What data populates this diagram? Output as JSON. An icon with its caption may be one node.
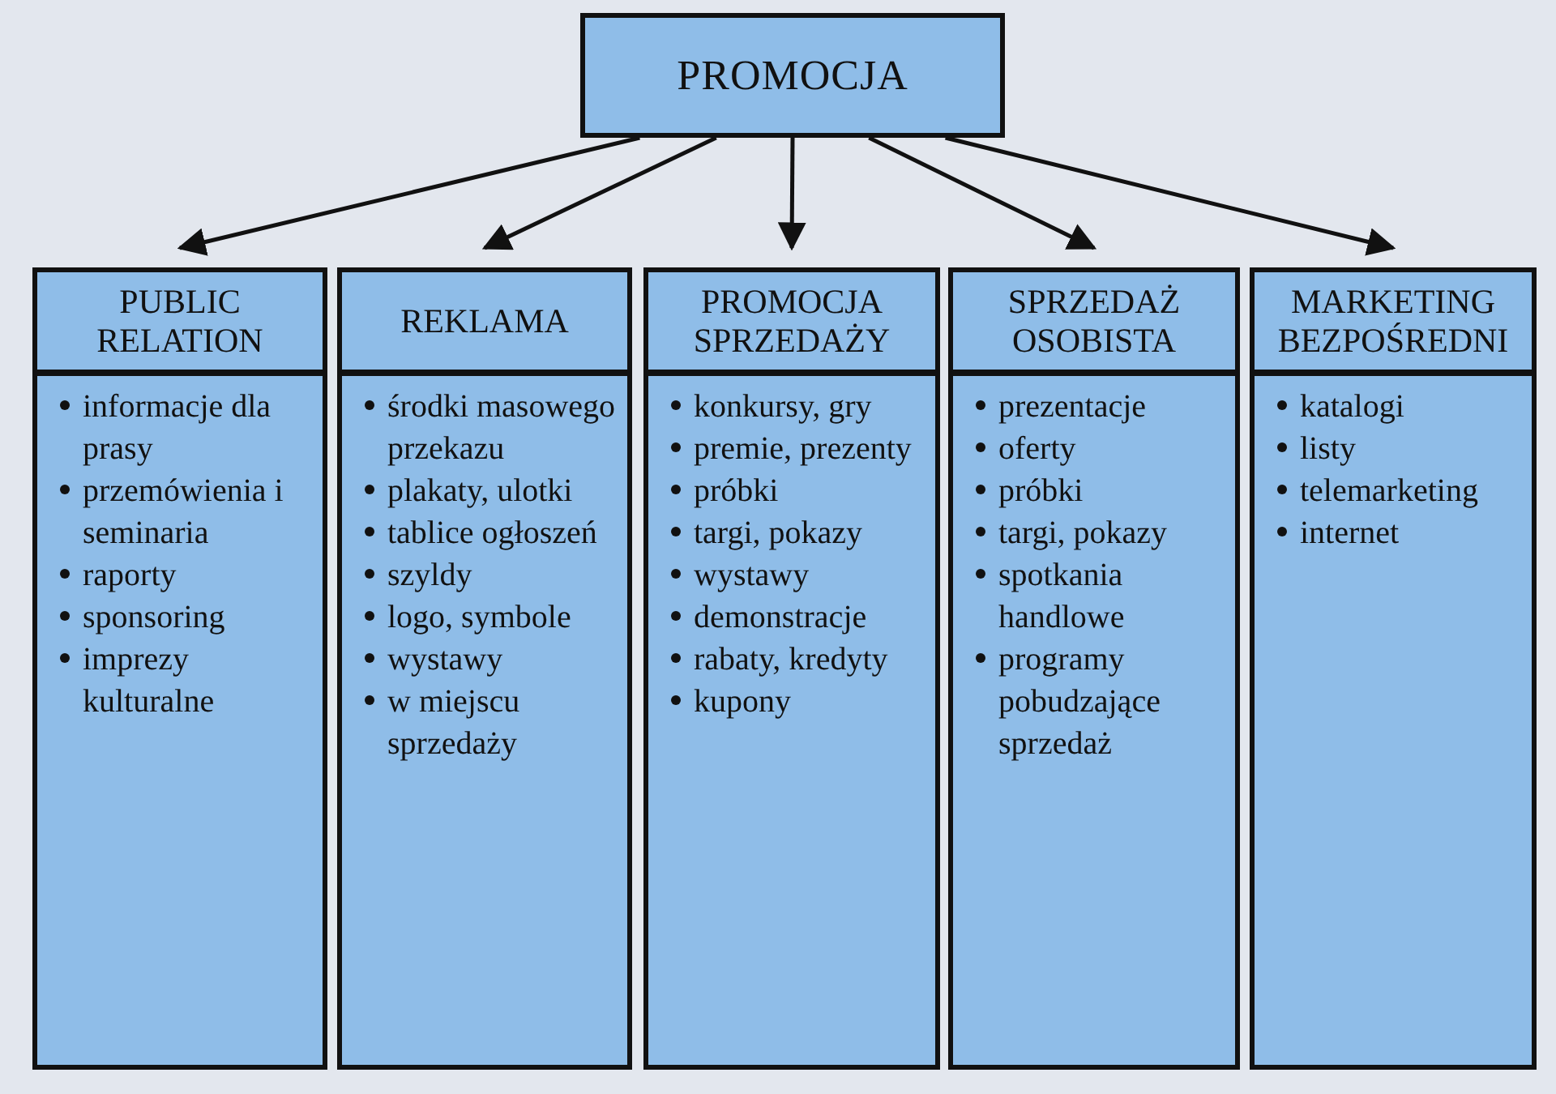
{
  "diagram": {
    "nodes": [
      {
        "text": [
          "PROMOCJA"
        ]
      },
      {
        "text": [
          "PUBLIC RELATION",
          "informacje dla prasy",
          "przemówienia i seminaria",
          "raporty",
          "sponsoring",
          "imprezy kulturalne"
        ]
      },
      {
        "text": [
          "REKLAMA",
          "środki masowego przekazu",
          "plakaty, ulotki",
          "tablice ogłoszeń",
          "szyldy",
          "logo, symbole",
          "wystawy",
          "w miejscu sprzedaży"
        ]
      },
      {
        "text": [
          "PROMOCJA SPRZEDAŻY",
          "konkursy, gry",
          "premie, prezenty",
          "próbki",
          "targi, pokazy",
          "wystawy",
          "demonstracje",
          "rabaty, kredyty",
          "kupony"
        ]
      },
      {
        "text": [
          "SPRZEDAŻ OSOBISTA",
          "prezentacje",
          "oferty",
          "próbki",
          "targi, pokazy",
          "spotkania handlowe",
          "programy pobudzające sprzedaż"
        ]
      },
      {
        "text": [
          "MARKETING BEZPOŚREDNI",
          "katalogi",
          "listy",
          "telemarketing",
          "internet"
        ]
      }
    ],
    "edges": [
      {
        "from": 0,
        "to": 1,
        "arrow": "to"
      },
      {
        "from": 0,
        "to": 2,
        "arrow": "to"
      },
      {
        "from": 0,
        "to": 3,
        "arrow": "to"
      },
      {
        "from": 0,
        "to": 4,
        "arrow": "to"
      },
      {
        "from": 0,
        "to": 5,
        "arrow": "to"
      }
    ]
  }
}
